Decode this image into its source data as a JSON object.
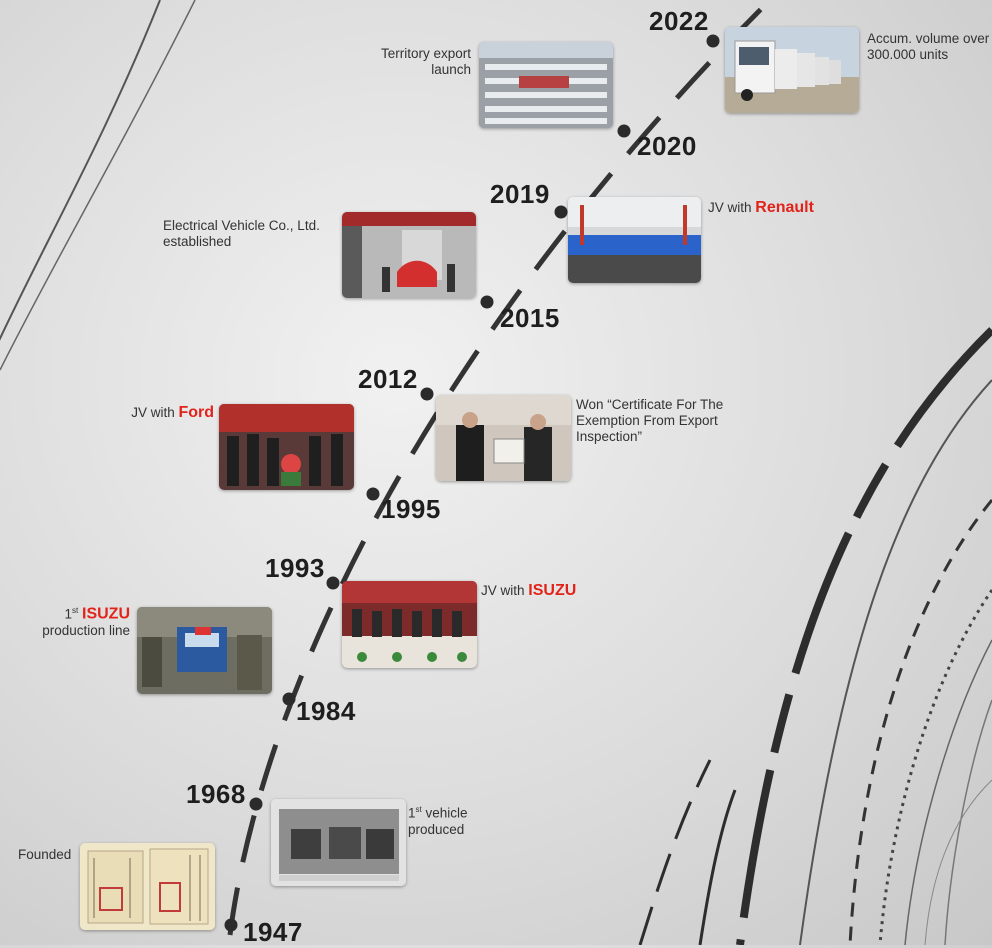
{
  "colors": {
    "accent": "#e2231a",
    "line": "#3a3a3a",
    "text": "#333333"
  },
  "timeline": [
    {
      "year": "1947",
      "event": "Founded"
    },
    {
      "year": "1968",
      "event_sup_prefix": "1",
      "event_sup": "st",
      "event": " vehicle produced"
    },
    {
      "year": "1984",
      "event_sup_prefix": "1",
      "event_sup": "st",
      "event_highlight": "ISUZU",
      "event": "production line"
    },
    {
      "year": "1993",
      "event": "JV with ",
      "event_highlight": "ISUZU"
    },
    {
      "year": "1995",
      "event": "JV with ",
      "event_highlight": "Ford"
    },
    {
      "year": "2012",
      "event": "Won “Certificate For The Exemption From Export Inspection”"
    },
    {
      "year": "2015",
      "event": "Electrical Vehicle Co., Ltd. established"
    },
    {
      "year": "2019",
      "event": "JV with ",
      "event_highlight": "Renault"
    },
    {
      "year": "2020",
      "event": "Territory export launch"
    },
    {
      "year": "2022",
      "event": "Accum. volume over 300.000 units"
    }
  ]
}
